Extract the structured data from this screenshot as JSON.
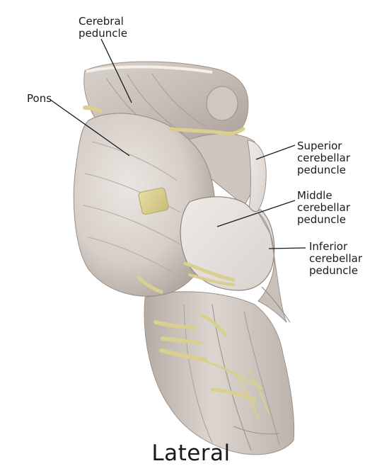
{
  "caption": "Lateral",
  "labels": {
    "cerebral_peduncle": [
      "Cerebral",
      "peduncle"
    ],
    "pons": [
      "Pons"
    ],
    "superior_cerebellar_peduncle": [
      "Superior",
      "cerebellar",
      "peduncle"
    ],
    "middle_cerebellar_peduncle": [
      "Middle",
      "cerebellar",
      "peduncle"
    ],
    "inferior_cerebellar_peduncle": [
      "Inferior",
      "cerebellar",
      "peduncle"
    ]
  },
  "colors": {
    "tissue": "#d8d1cc",
    "tissue_shadow": "#aea59f",
    "tissue_light": "#ece8e4",
    "cut_surface": "#e6e1dc",
    "nerve": "#d9cf8f",
    "label_text": "#1a1a1a",
    "leader_line": "#1a1a1a"
  }
}
